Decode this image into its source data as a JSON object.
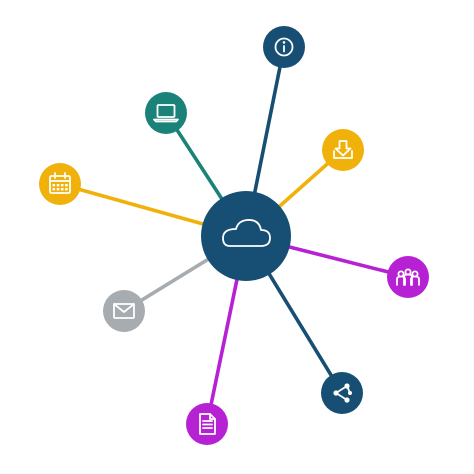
{
  "hub": {
    "icon": "cloud-icon",
    "color": "#174e74"
  },
  "nodes": [
    {
      "id": "info",
      "icon": "info-icon",
      "color": "#174e74"
    },
    {
      "id": "download",
      "icon": "download-icon",
      "color": "#f1b10b"
    },
    {
      "id": "people",
      "icon": "people-icon",
      "color": "#b621d4"
    },
    {
      "id": "share",
      "icon": "share-icon",
      "color": "#174e74"
    },
    {
      "id": "document",
      "icon": "document-icon",
      "color": "#b621d4"
    },
    {
      "id": "mail",
      "icon": "mail-icon",
      "color": "#a7acb1"
    },
    {
      "id": "calendar",
      "icon": "calendar-icon",
      "color": "#f1b10b"
    },
    {
      "id": "laptop",
      "icon": "laptop-icon",
      "color": "#1a8279"
    }
  ]
}
